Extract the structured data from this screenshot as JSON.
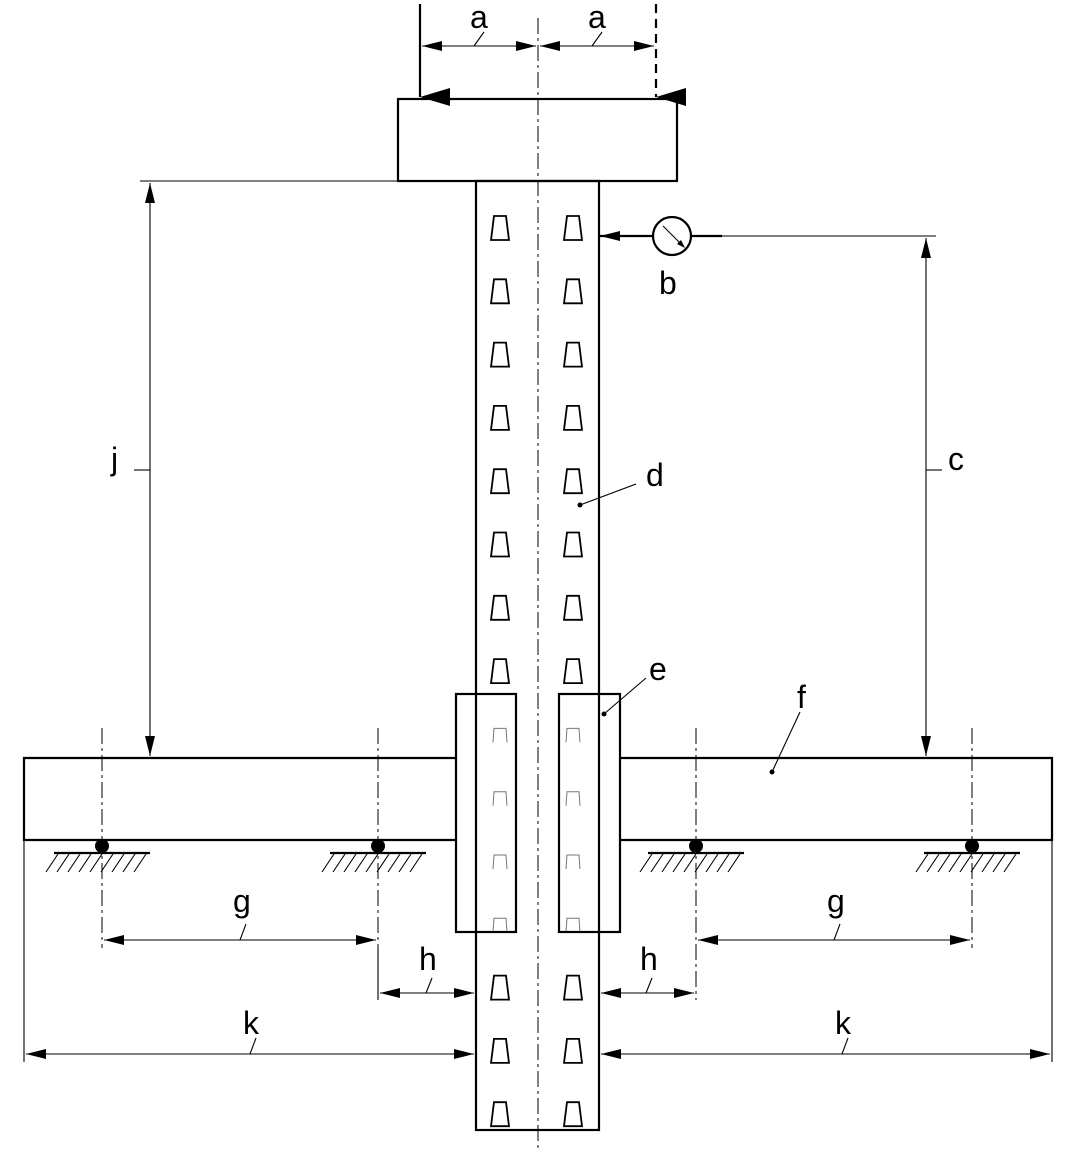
{
  "labels": {
    "a_left": "a",
    "a_right": "a",
    "b": "b",
    "c": "c",
    "d": "d",
    "e": "e",
    "f": "f",
    "g_left": "g",
    "g_right": "g",
    "h_left": "h",
    "h_right": "h",
    "j": "j",
    "k_left": "k",
    "k_right": "k"
  }
}
